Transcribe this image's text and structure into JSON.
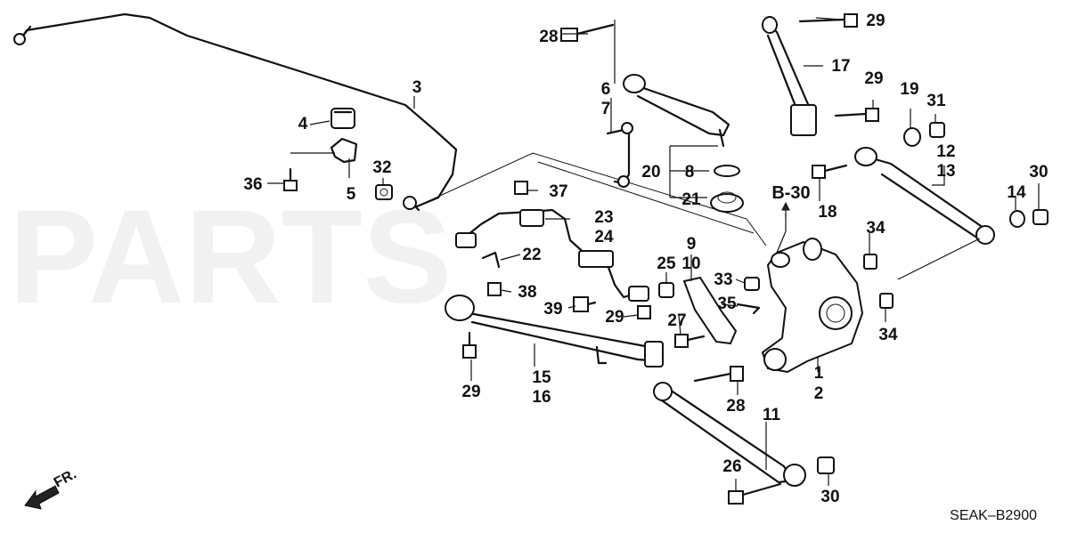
{
  "diagram_code": "SEAK–B2900",
  "reference_label": "B-30",
  "direction_label": "FR.",
  "part_numbers": {
    "p1": "1",
    "p2": "2",
    "p3": "3",
    "p4": "4",
    "p5": "5",
    "p6": "6",
    "p7": "7",
    "p8": "8",
    "p9": "9",
    "p10": "10",
    "p11": "11",
    "p12": "12",
    "p13": "13",
    "p14": "14",
    "p15": "15",
    "p16": "16",
    "p17": "17",
    "p18": "18",
    "p19": "19",
    "p20": "20",
    "p21": "21",
    "p22": "22",
    "p23": "23",
    "p24": "24",
    "p25": "25",
    "p26": "26",
    "p27": "27",
    "p28": "28",
    "p29": "29",
    "p30": "30",
    "p31": "31",
    "p32": "32",
    "p33": "33",
    "p34": "34",
    "p35": "35",
    "p36": "36",
    "p37": "37",
    "p38": "38",
    "p39": "39"
  }
}
